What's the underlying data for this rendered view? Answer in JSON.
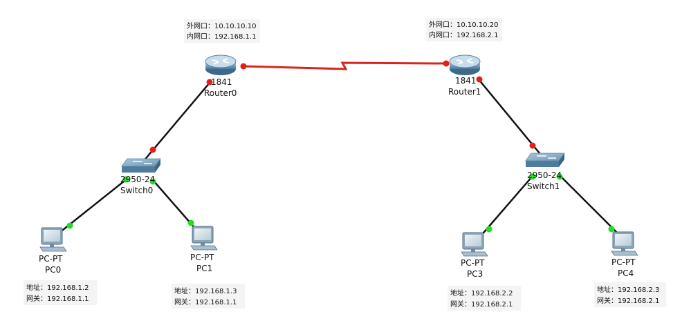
{
  "colors": {
    "serial_link": "#d9261c",
    "ethernet_link": "#111111",
    "port_down": "#e0201a",
    "port_up": "#22dd22"
  },
  "routers": [
    {
      "id": "router0",
      "model": "1841",
      "name": "Router0",
      "icon": "router-icon"
    },
    {
      "id": "router1",
      "model": "1841",
      "name": "Router1",
      "icon": "router-icon"
    }
  ],
  "switches": [
    {
      "id": "switch0",
      "model": "2950-24",
      "name": "Switch0",
      "icon": "switch-icon"
    },
    {
      "id": "switch1",
      "model": "2950-24",
      "name": "Switch1",
      "icon": "switch-icon"
    }
  ],
  "pcs": [
    {
      "id": "pc0",
      "model": "PC-PT",
      "name": "PC0",
      "icon": "pc-icon"
    },
    {
      "id": "pc1",
      "model": "PC-PT",
      "name": "PC1",
      "icon": "pc-icon"
    },
    {
      "id": "pc3",
      "model": "PC-PT",
      "name": "PC3",
      "icon": "pc-icon"
    },
    {
      "id": "pc4",
      "model": "PC-PT",
      "name": "PC4",
      "icon": "pc-icon"
    }
  ],
  "notes": {
    "router0": [
      "外网口：10.10.10.10",
      "内网口：192.168.1.1"
    ],
    "router1": [
      "外网口：10.10.10.20",
      "内网口：192.168.2.1"
    ],
    "pc0": [
      "地址：192.168.1.2",
      "网关：192.168.1.1"
    ],
    "pc1": [
      "地址：192.168.1.3",
      "网关：192.168.1.1"
    ],
    "pc3": [
      "地址：192.168.2.2",
      "网关：192.168.2.1"
    ],
    "pc4": [
      "地址：192.168.2.3",
      "网关：192.168.2.1"
    ]
  },
  "links": [
    {
      "from": "router0",
      "to": "router1",
      "type": "serial",
      "from_status": "down",
      "to_status": "down"
    },
    {
      "from": "router0",
      "to": "switch0",
      "type": "ethernet",
      "from_status": "down",
      "to_status": "down"
    },
    {
      "from": "switch0",
      "to": "pc0",
      "type": "ethernet",
      "from_status": "up",
      "to_status": "up"
    },
    {
      "from": "switch0",
      "to": "pc1",
      "type": "ethernet",
      "from_status": "up",
      "to_status": "up"
    },
    {
      "from": "router1",
      "to": "switch1",
      "type": "ethernet",
      "from_status": "down",
      "to_status": "down"
    },
    {
      "from": "switch1",
      "to": "pc3",
      "type": "ethernet",
      "from_status": "up",
      "to_status": "up"
    },
    {
      "from": "switch1",
      "to": "pc4",
      "type": "ethernet",
      "from_status": "up",
      "to_status": "up"
    }
  ]
}
